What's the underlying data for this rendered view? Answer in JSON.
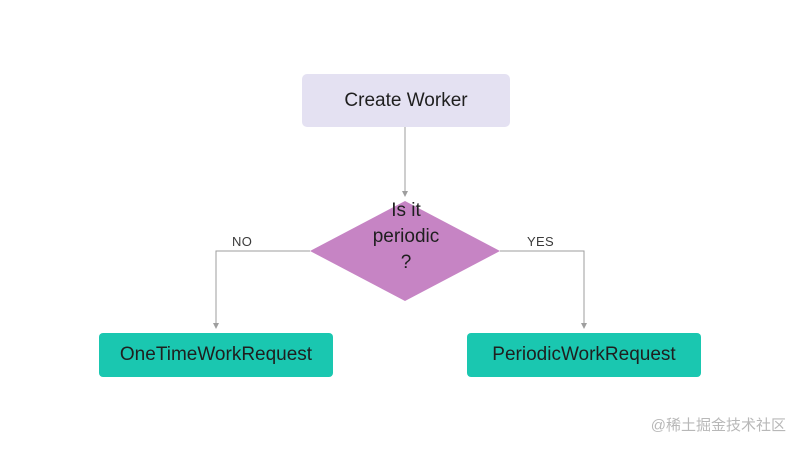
{
  "nodes": {
    "create_worker": "Create Worker",
    "decision_lines": [
      "Is it",
      "periodic",
      "?"
    ],
    "one_time": "OneTimeWorkRequest",
    "periodic": "PeriodicWorkRequest"
  },
  "edges": {
    "no_label": "NO",
    "yes_label": "YES"
  },
  "colors": {
    "start_fill": "#e4e1f2",
    "decision_fill": "#c684c4",
    "end_fill": "#1ac7b0",
    "connector": "#9e9e9e"
  },
  "watermark": "@稀土掘金技术社区"
}
